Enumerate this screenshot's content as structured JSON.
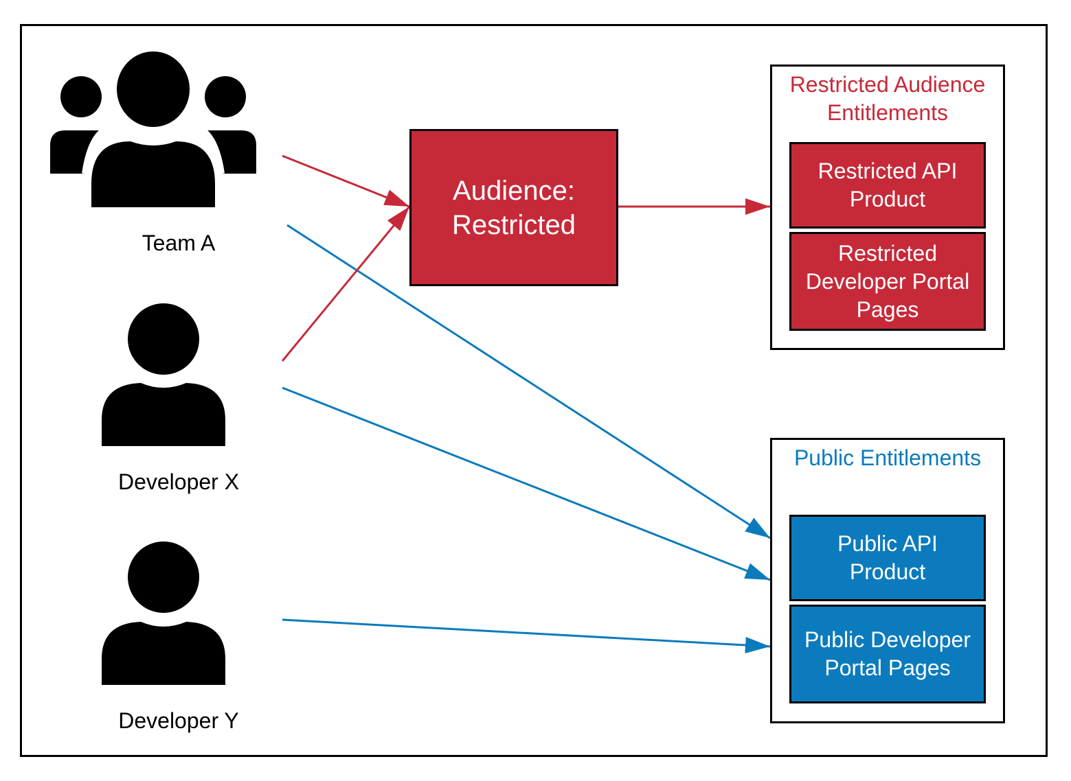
{
  "actors": [
    {
      "id": "team-a",
      "label": "Team A",
      "icon": "team-icon"
    },
    {
      "id": "developer-x",
      "label": "Developer X",
      "icon": "user-icon"
    },
    {
      "id": "developer-y",
      "label": "Developer Y",
      "icon": "user-icon"
    }
  ],
  "audience": {
    "line1": "Audience:",
    "line2": "Restricted"
  },
  "restricted": {
    "title": "Restricted Audience Entitlements",
    "items": [
      "Restricted API Product",
      "Restricted Developer Portal Pages"
    ]
  },
  "public": {
    "title": "Public Entitlements",
    "items": [
      "Public API Product",
      "Public Developer Portal Pages"
    ]
  },
  "colors": {
    "restricted": "#c62a39",
    "public": "#0b7bbd",
    "restricted_text": "#c62a39",
    "public_text": "#0b7bbd"
  }
}
